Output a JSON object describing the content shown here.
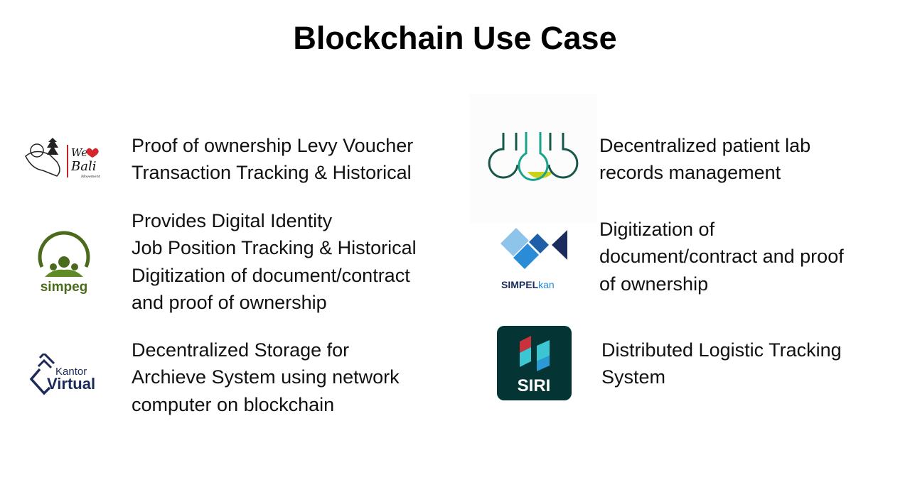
{
  "title": "Blockchain Use Case",
  "items": [
    {
      "logo": "We Bali Movement",
      "lines": [
        "Proof of ownership Levy Voucher",
        "Transaction Tracking & Historical"
      ]
    },
    {
      "logo": "simpeg",
      "lines": [
        "Provides Digital Identity",
        "Job Position Tracking & Historical",
        "Digitization of document/contract",
        "and proof of ownership"
      ]
    },
    {
      "logo": "Kantor Virtual",
      "logo_top": "Kantor",
      "logo_bottom": "Virtual",
      "lines": [
        "Decentralized Storage for",
        "Archieve System using network",
        "computer on blockchain"
      ]
    },
    {
      "logo": "lab flasks",
      "lines": [
        "Decentralized patient lab",
        "records management"
      ]
    },
    {
      "logo": "SIMPELkan",
      "logo_a": "SIMPEL",
      "logo_b": "kan",
      "lines": [
        "Digitization of",
        "document/contract and proof",
        "of ownership"
      ]
    },
    {
      "logo": "SIRI",
      "lines": [
        "Distributed Logistic Tracking",
        "System"
      ]
    }
  ],
  "colors": {
    "simpeg": "#4a6b1c",
    "kantor": "#1c2a5a",
    "simpel_dark": "#1b2d5c",
    "simpel_light": "#2a8bd6",
    "siri_bg": "#053434"
  }
}
